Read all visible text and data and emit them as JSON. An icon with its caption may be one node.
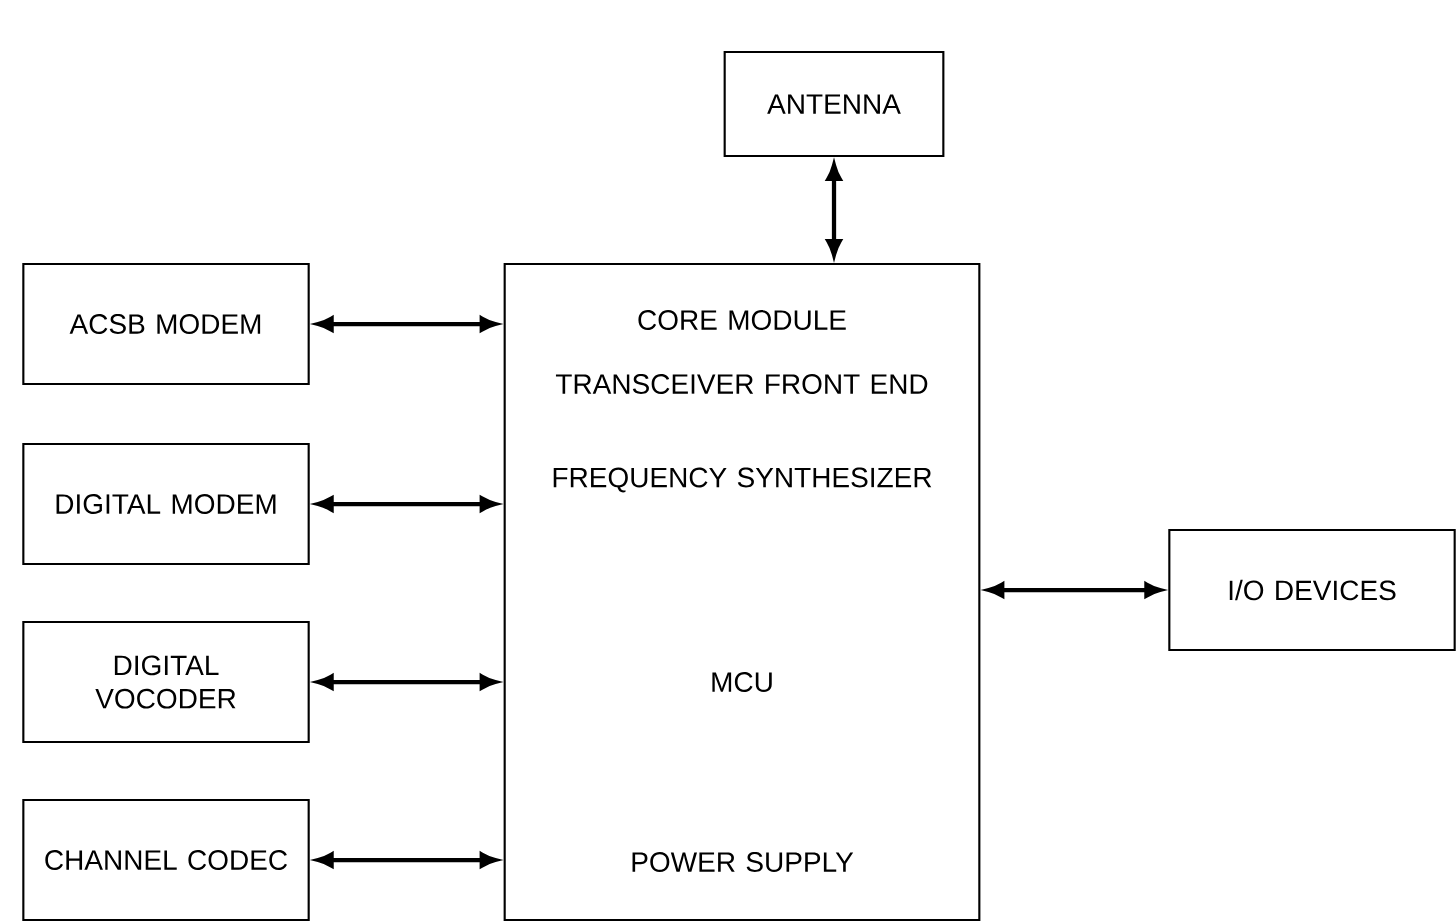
{
  "diagram": {
    "nodes": [
      {
        "text": [
          "ANTENNA"
        ]
      },
      {
        "text": [
          "CORE MODULE",
          "TRANSCEIVER FRONT END",
          "FREQUENCY SYNTHESIZER",
          "MCU",
          "POWER SUPPLY"
        ]
      },
      {
        "text": [
          "ACSB MODEM"
        ]
      },
      {
        "text": [
          "DIGITAL MODEM"
        ]
      },
      {
        "text": [
          "DIGITAL VOCODER"
        ]
      },
      {
        "text": [
          "CHANNEL CODEC"
        ]
      },
      {
        "text": [
          "I/O DEVICES"
        ]
      }
    ],
    "edges": [
      {
        "from": 0,
        "to": 1,
        "arrow": "both"
      },
      {
        "from": 2,
        "to": 1,
        "arrow": "both"
      },
      {
        "from": 3,
        "to": 1,
        "arrow": "both"
      },
      {
        "from": 4,
        "to": 1,
        "arrow": "both"
      },
      {
        "from": 5,
        "to": 1,
        "arrow": "both"
      },
      {
        "from": 1,
        "to": 6,
        "arrow": "both"
      }
    ]
  }
}
